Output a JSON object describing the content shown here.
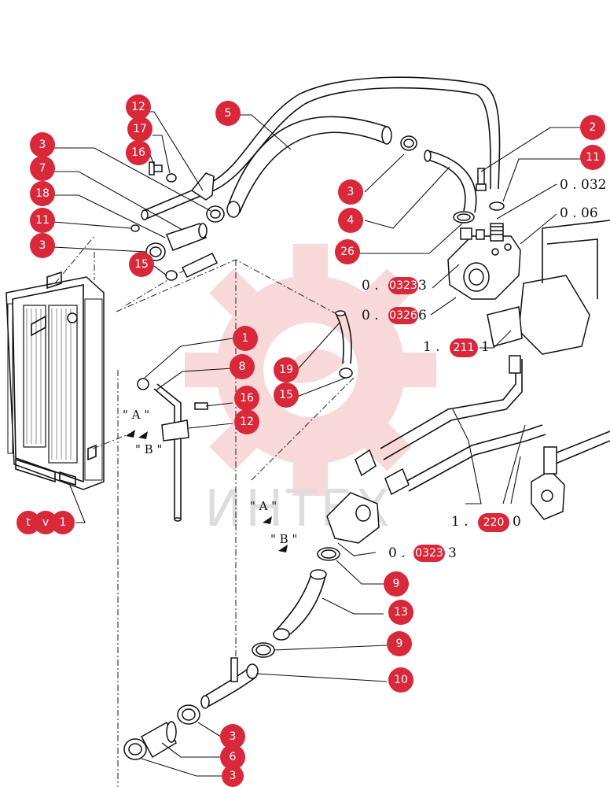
{
  "colors": {
    "badge": "#d8283a",
    "watermark": "#f4b9b9",
    "line": "#111111"
  },
  "watermark": {
    "text": "ИНТЕХ",
    "icon": "gear-logo"
  },
  "callouts": [
    {
      "id": "c12a",
      "label": "12"
    },
    {
      "id": "c17",
      "label": "17"
    },
    {
      "id": "c16a",
      "label": "16"
    },
    {
      "id": "c3a",
      "label": "3"
    },
    {
      "id": "c7",
      "label": "7"
    },
    {
      "id": "c18",
      "label": "18"
    },
    {
      "id": "c11a",
      "label": "11"
    },
    {
      "id": "c3b",
      "label": "3"
    },
    {
      "id": "c15a",
      "label": "15"
    },
    {
      "id": "c5",
      "label": "5"
    },
    {
      "id": "c2",
      "label": "2"
    },
    {
      "id": "c11b",
      "label": "11"
    },
    {
      "id": "c3c",
      "label": "3"
    },
    {
      "id": "c4",
      "label": "4"
    },
    {
      "id": "c26",
      "label": "26"
    },
    {
      "id": "c1",
      "label": "1"
    },
    {
      "id": "c8",
      "label": "8"
    },
    {
      "id": "c19",
      "label": "19"
    },
    {
      "id": "c15b",
      "label": "15"
    },
    {
      "id": "c16b",
      "label": "16"
    },
    {
      "id": "c12b",
      "label": "12"
    },
    {
      "id": "c9a",
      "label": "9"
    },
    {
      "id": "c13",
      "label": "13"
    },
    {
      "id": "c9b",
      "label": "9"
    },
    {
      "id": "c10",
      "label": "10"
    },
    {
      "id": "c3d",
      "label": "3"
    },
    {
      "id": "c6",
      "label": "6"
    },
    {
      "id": "c3e",
      "label": "3"
    }
  ],
  "radiator_ref": {
    "b1": "t",
    "b2": "v",
    "b3": "1"
  },
  "references": [
    {
      "id": "r1",
      "text": "0 . 032"
    },
    {
      "id": "r2",
      "text": "0 . 06"
    },
    {
      "id": "r3a",
      "text": "0 . ",
      "badge": "0323",
      "tail": "3"
    },
    {
      "id": "r4a",
      "text": "0 . ",
      "badge": "0326",
      "tail": "6"
    },
    {
      "id": "r5a",
      "text": "1 . ",
      "badge": "211",
      "tail": "1"
    },
    {
      "id": "r6a",
      "text": "1 . ",
      "badge": "220",
      "tail": "0"
    },
    {
      "id": "r7a",
      "text": "0 . ",
      "badge": "0323",
      "tail": "3"
    }
  ],
  "view_marks": {
    "a1": "\" A \"",
    "b1": "\" B \"",
    "a2": "\" A \"",
    "b2": "\" B \""
  }
}
